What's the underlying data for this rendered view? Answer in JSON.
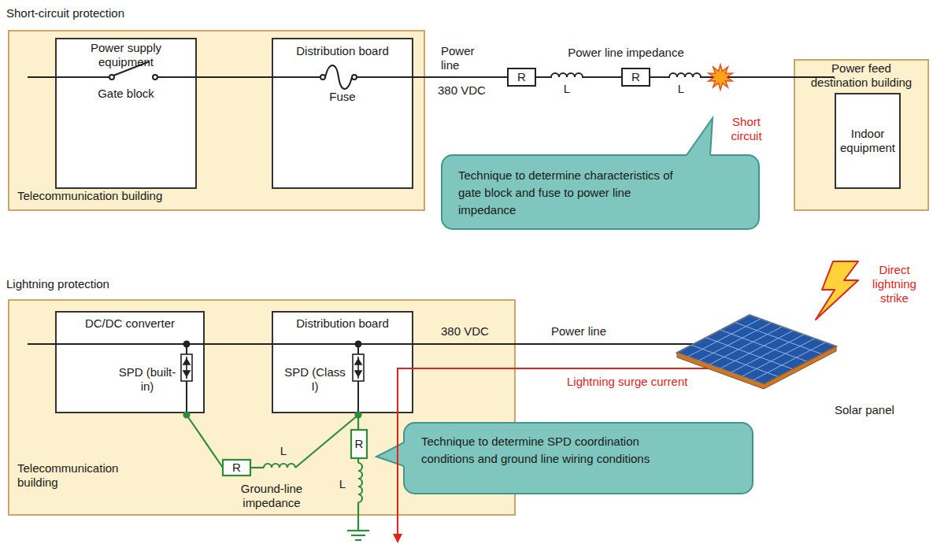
{
  "diagram": {
    "nodes": [
      {
        "text": [
          "Telecommunication building"
        ]
      },
      {
        "text": [
          "Power supply equipment",
          "Gate block"
        ],
        "in": 0
      },
      {
        "text": [
          "Distribution board",
          "Fuse"
        ],
        "in": 0
      },
      {
        "text": [
          "Power feed destination building"
        ]
      },
      {
        "text": [
          "Indoor equipment"
        ],
        "in": 3
      },
      {
        "text": [
          "Technique to determine characteristics of gate block and fuse to power line impedance"
        ]
      },
      {
        "text": [
          "Telecommunication building"
        ]
      },
      {
        "text": [
          "DC/DC converter",
          "SPD (built-in)"
        ],
        "in": 6
      },
      {
        "text": [
          "Distribution board",
          "SPD (Class I)"
        ],
        "in": 6
      },
      {
        "text": [
          "Technique to determine SPD coordination conditions and ground line wiring conditions"
        ]
      }
    ],
    "edges": [
      {
        "from": 1,
        "to": 2,
        "arrow": "none"
      },
      {
        "from": 2,
        "to": 4,
        "arrow": "none"
      },
      {
        "from": 7,
        "to": 8,
        "arrow": "none"
      }
    ],
    "labels": [
      "Short-circuit protection",
      "Power line",
      "380 VDC",
      "Power line impedance",
      "R",
      "L",
      "R",
      "L",
      "Short circuit",
      "Lightning protection",
      "380 VDC",
      "Power line",
      "Direct lightning strike",
      "Lightning surge current",
      "Solar panel",
      "R",
      "L",
      "Ground-line impedance",
      "R",
      "L"
    ]
  }
}
